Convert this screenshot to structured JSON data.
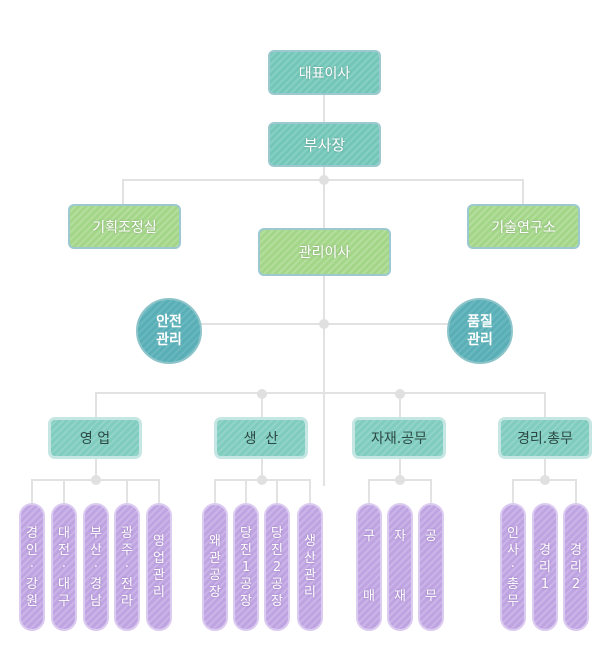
{
  "top": {
    "ceo": "대표이사",
    "vp": "부사장"
  },
  "staff": {
    "planning": "기획조정실",
    "research": "기술연구소",
    "director": "관리이사"
  },
  "circles": {
    "safety_1": "안전",
    "safety_2": "관리",
    "quality_1": "품질",
    "quality_2": "관리"
  },
  "divisions": [
    "영 업",
    "생  산",
    "자재.공무",
    "경리.총무"
  ],
  "teams": {
    "sales": [
      "경인·강원",
      "대전·대구",
      "부산·경남",
      "광주·전라",
      "영업관리"
    ],
    "production": [
      "왜관공장",
      "당진1공장",
      "당진2공장",
      "생산관리"
    ],
    "materials": [
      "구 매",
      "자 재",
      "공 무"
    ],
    "accounting": [
      "인사·총무",
      "경리1",
      "경리2"
    ]
  },
  "colors": {
    "teal": "#74c6b8",
    "green": "#a4d68a",
    "circle": "#5aaeb6",
    "purple": "#bfa4e2",
    "line": "#e2e2e2"
  }
}
